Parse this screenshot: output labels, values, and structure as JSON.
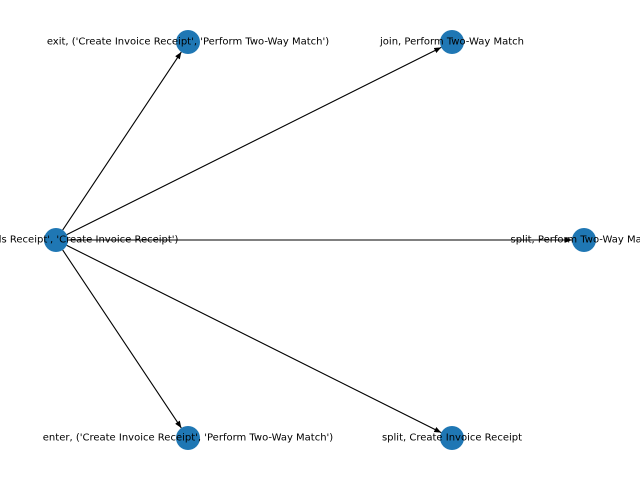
{
  "graph": {
    "node_color": "#1f77b4",
    "edge_color": "#000000",
    "directed": true,
    "nodes": [
      {
        "id": "source",
        "label": "(Record Goods Receipt', 'Create Invoice Receipt')"
      },
      {
        "id": "exit",
        "label": "exit, ('Create Invoice Receipt', 'Perform Two-Way Match')"
      },
      {
        "id": "join",
        "label": "join, Perform Two-Way Match"
      },
      {
        "id": "split-match",
        "label": "split, Perform Two-Way Match"
      },
      {
        "id": "enter",
        "label": "enter, ('Create Invoice Receipt', 'Perform Two-Way Match')"
      },
      {
        "id": "split-create",
        "label": "split, Create Invoice Receipt"
      }
    ],
    "edges": [
      {
        "from": "source",
        "to": "exit"
      },
      {
        "from": "source",
        "to": "join"
      },
      {
        "from": "source",
        "to": "split-match"
      },
      {
        "from": "source",
        "to": "enter"
      },
      {
        "from": "source",
        "to": "split-create"
      }
    ]
  }
}
